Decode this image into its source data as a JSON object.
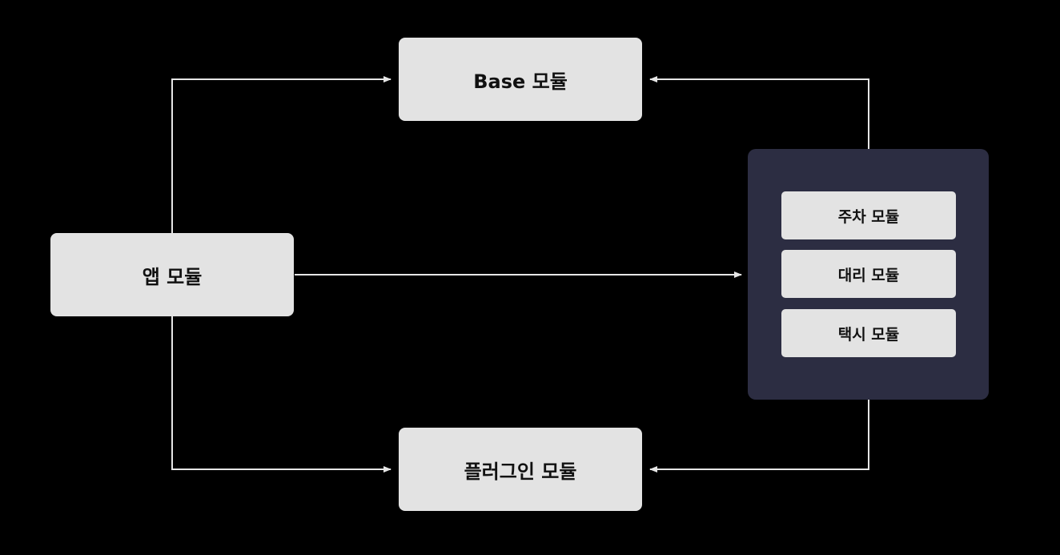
{
  "colors": {
    "background": "#000000",
    "box_fill": "#e3e3e3",
    "group_fill": "#2c2d42",
    "connector": "#e6e6e6"
  },
  "modules": {
    "base": "Base 모듈",
    "plugin": "플러그인 모듈",
    "app": "앱 모듈"
  },
  "feature_group": {
    "items": [
      {
        "label": "주차 모듈"
      },
      {
        "label": "대리 모듈"
      },
      {
        "label": "택시 모듈"
      }
    ]
  },
  "connections": [
    {
      "from": "app",
      "to": "base"
    },
    {
      "from": "app",
      "to": "plugin"
    },
    {
      "from": "app",
      "to": "feature_group"
    },
    {
      "from": "feature_group",
      "to": "base"
    },
    {
      "from": "feature_group",
      "to": "plugin"
    }
  ]
}
